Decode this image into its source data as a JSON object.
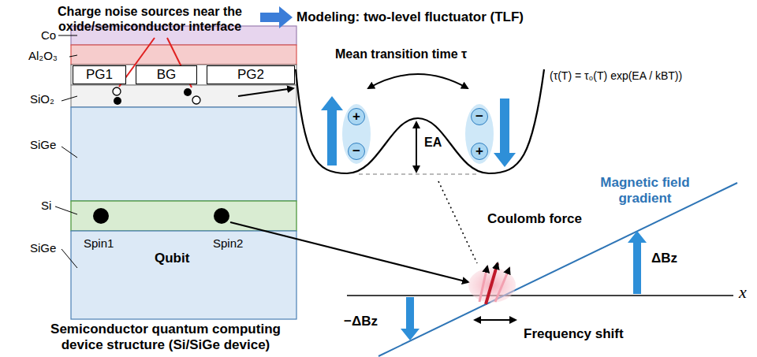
{
  "diagram": {
    "nodes": [
      {
        "text": [
          "PG1"
        ]
      },
      {
        "text": [
          "BG"
        ]
      },
      {
        "text": [
          "PG2"
        ]
      },
      {
        "text": [
          "+"
        ]
      },
      {
        "text": [
          "−"
        ]
      },
      {
        "text": [
          "−"
        ]
      },
      {
        "text": [
          "+"
        ]
      }
    ],
    "labels": [
      "Charge noise sources near the oxide/semiconductor interface",
      "Modeling: two-level fluctuator (TLF)",
      "Mean transition time τ",
      "(τ(T) = τ₀(T) exp(EA / kBT))",
      "Co",
      "Al₂O₃",
      "SiO₂",
      "SiGe",
      "Si",
      "SiGe",
      "EA",
      "Coulomb force",
      "Spin1",
      "Spin2",
      "Qubit",
      "Magnetic field gradient",
      "ΔBz",
      "−ΔBz",
      "x",
      "Frequency shift",
      "Semiconductor quantum computing device structure (Si/SiGe device)"
    ]
  }
}
